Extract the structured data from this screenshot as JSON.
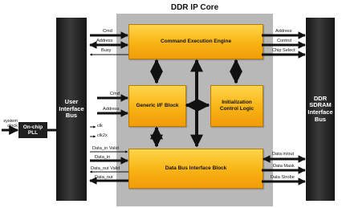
{
  "core_title": "DDR IP Core",
  "user_bus_label": "User Interface Bus",
  "ddr_bus_label": "DDR SDRAM Interface Bus",
  "blocks": {
    "cmd_engine": "Command Execution Engine",
    "generic_if": "Generic I/F Block",
    "init_ctrl": "Initialization Control Logic",
    "data_bus_if": "Data Bus Interface Block",
    "pll": "On-chip PLL"
  },
  "external_input": "system clock",
  "user_signals": {
    "cmd_top": "Cmd",
    "address_top": "Address",
    "busy": "Busy",
    "cmd_mid": "Cmd",
    "address_mid": "Address",
    "clk": "clk",
    "clk2x": "clk2x",
    "data_in_valid": "Data_in Valid",
    "data_in": "Data_in",
    "data_out_valid": "Data_out Valid",
    "data_out": "Data_out"
  },
  "ddr_signals": {
    "address": "Address",
    "control": "Control",
    "chip_select": "Chip Select",
    "data_inout": "Data in/out",
    "data_mask": "Data Mask",
    "data_strobe": "Data Strobe"
  },
  "colors": {
    "block_fill": "#f8b313",
    "core_background": "#b8b8b8",
    "bus_fill": "#1e1e1e"
  }
}
